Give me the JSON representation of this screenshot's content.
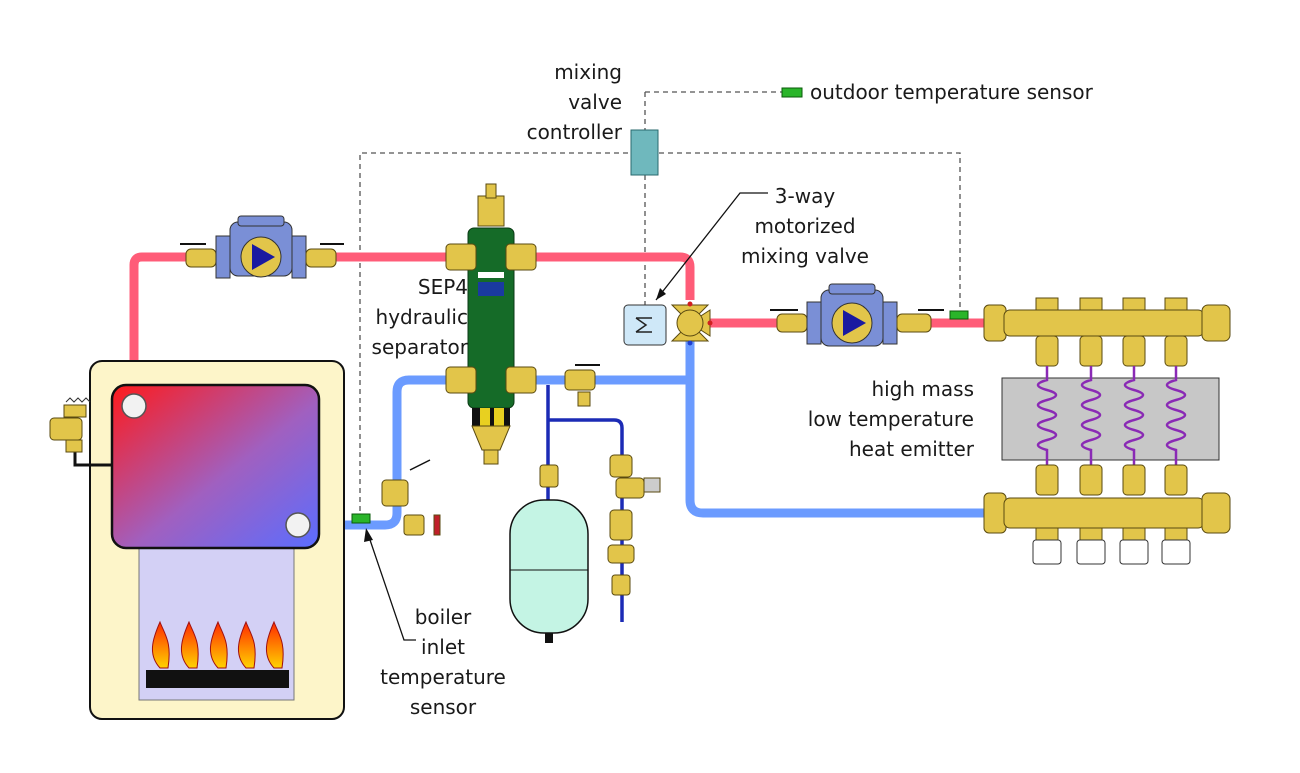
{
  "labels": {
    "controller": [
      "mixing",
      "valve",
      "controller"
    ],
    "outdoor_sensor": "outdoor temperature sensor",
    "mixing_valve": [
      "3-way",
      "motorized",
      "mixing valve"
    ],
    "separator": [
      "SEP4",
      "hydraulic",
      "separator"
    ],
    "emitter": [
      "high mass",
      "low temperature",
      "heat emitter"
    ],
    "boiler_sensor": [
      "boiler",
      "inlet",
      "temperature",
      "sensor"
    ]
  },
  "colors": {
    "hot_pipe": "#ff5c78",
    "cool_pipe": "#6b9bff",
    "cold_line": "#1c2bb5",
    "brass": "#e2c54a",
    "separator_green": "#156b28",
    "boiler_cabinet": "#fdf5c9",
    "sensor_green": "#2ab52a",
    "controller_teal": "#6fb8bd"
  }
}
